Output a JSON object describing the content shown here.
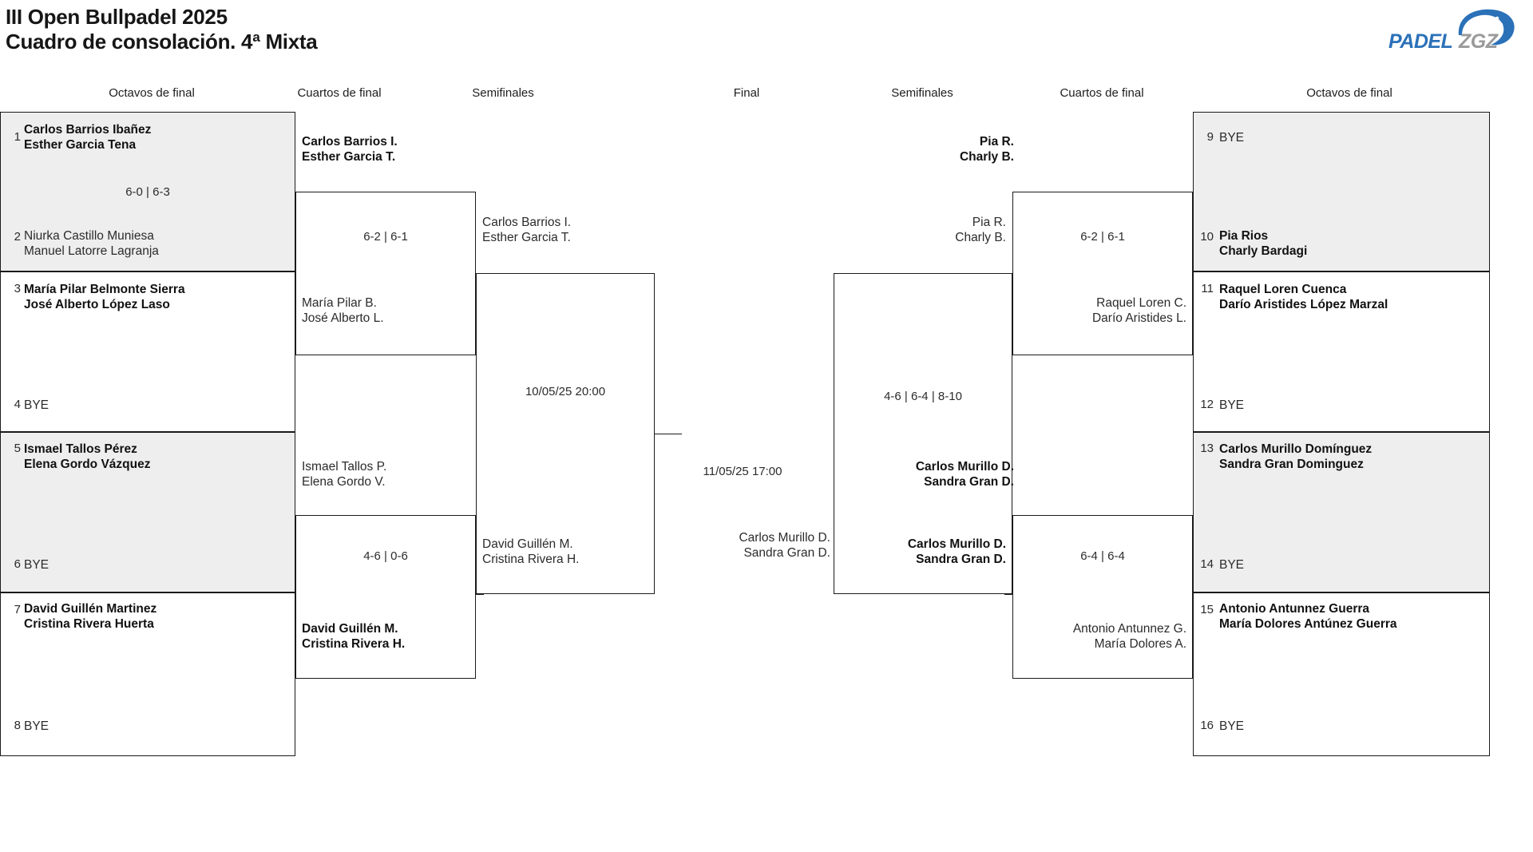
{
  "header": {
    "title_line1": "III Open Bullpadel 2025",
    "title_line2": "Cuadro de consolación. 4ª Mixta",
    "title": "III Open Bullpadel 2025\nCuadro de consolación. 4ª Mixta",
    "logo": {
      "name": "padelzgz-logo",
      "text_primary": "PADEL",
      "text_secondary": "ZGZ",
      "color_primary": "#2b71b8",
      "color_secondary": "#9a9a9a"
    }
  },
  "round_headers": {
    "left": [
      "Octavos de final",
      "Cuartos de final",
      "Semifinales"
    ],
    "center": "Final",
    "right": [
      "Semifinales",
      "Cuartos de final",
      "Octavos de final"
    ]
  },
  "left_bracket": {
    "round16": [
      {
        "seed": "1",
        "names": "Carlos Barrios Ibañez\nEsther Garcia Tena",
        "winner": true,
        "shaded": true,
        "bye": false
      },
      {
        "seed": "2",
        "names": "Niurka Castillo Muniesa\nManuel Latorre Lagranja",
        "winner": false,
        "shaded": true,
        "bye": false
      },
      {
        "seed": "3",
        "names": "María Pilar Belmonte Sierra\nJosé Alberto López Laso",
        "winner": true,
        "shaded": false,
        "bye": false
      },
      {
        "seed": "4",
        "names": "BYE",
        "winner": false,
        "shaded": false,
        "bye": true
      },
      {
        "seed": "5",
        "names": "Ismael Tallos Pérez\nElena Gordo Vázquez",
        "winner": true,
        "shaded": true,
        "bye": false
      },
      {
        "seed": "6",
        "names": "BYE",
        "winner": false,
        "shaded": true,
        "bye": true
      },
      {
        "seed": "7",
        "names": "David Guillén Martinez\nCristina Rivera Huerta",
        "winner": true,
        "shaded": false,
        "bye": false
      },
      {
        "seed": "8",
        "names": "BYE",
        "winner": false,
        "shaded": false,
        "bye": true
      }
    ],
    "round16_scores": [
      "6-0 | 6-3",
      "",
      "",
      ""
    ],
    "quarters": [
      {
        "top": "Carlos Barrios I.\nEsther Garcia T.",
        "top_winner": true,
        "bottom": "María Pilar B.\nJosé Alberto L.",
        "bottom_winner": false,
        "score": "6-2 | 6-1"
      },
      {
        "top": "Ismael Tallos P.\nElena Gordo V.",
        "top_winner": false,
        "bottom": "David Guillén M.\nCristina Rivera H.",
        "bottom_winner": true,
        "score": "4-6 | 0-6"
      }
    ],
    "semifinal": {
      "top": "Carlos Barrios I.\nEsther Garcia T.",
      "top_winner": false,
      "bottom": "David Guillén M.\nCristina Rivera H.",
      "bottom_winner": false,
      "schedule": "10/05/25 20:00"
    }
  },
  "final": {
    "schedule": "11/05/25 17:00",
    "right_entry": "Carlos Murillo D.\nSandra Gran D.",
    "right_entry_winner": false
  },
  "right_bracket": {
    "round16": [
      {
        "seed": "9",
        "names": "BYE",
        "winner": false,
        "shaded": true,
        "bye": true
      },
      {
        "seed": "10",
        "names": "Pia Rios\nCharly Bardagi",
        "winner": true,
        "shaded": true,
        "bye": false
      },
      {
        "seed": "11",
        "names": "Raquel Loren Cuenca\nDarío Aristides López Marzal",
        "winner": true,
        "shaded": false,
        "bye": false
      },
      {
        "seed": "12",
        "names": "BYE",
        "winner": false,
        "shaded": false,
        "bye": true
      },
      {
        "seed": "13",
        "names": "Carlos Murillo Domínguez\nSandra Gran Dominguez",
        "winner": true,
        "shaded": true,
        "bye": false
      },
      {
        "seed": "14",
        "names": "BYE",
        "winner": false,
        "shaded": true,
        "bye": true
      },
      {
        "seed": "15",
        "names": "Antonio Antunnez Guerra\nMaría Dolores Antúnez Guerra",
        "winner": true,
        "shaded": false,
        "bye": false
      },
      {
        "seed": "16",
        "names": "BYE",
        "winner": false,
        "shaded": false,
        "bye": true
      }
    ],
    "quarters": [
      {
        "top": "Pia R.\nCharly B.",
        "top_winner": true,
        "bottom": "Raquel Loren C.\nDarío Aristides L.",
        "bottom_winner": false,
        "score": "6-2 | 6-1"
      },
      {
        "top": "Carlos Murillo D.\nSandra Gran D.",
        "top_winner": true,
        "bottom": "Antonio Antunnez G.\nMaría Dolores A.",
        "bottom_winner": false,
        "score": "6-4 | 6-4"
      }
    ],
    "semifinal": {
      "top": "Pia R.\nCharly B.",
      "top_winner": false,
      "bottom": "Carlos Murillo D.\nSandra Gran D.",
      "bottom_winner": true,
      "score": "4-6 | 6-4 | 8-10"
    }
  }
}
